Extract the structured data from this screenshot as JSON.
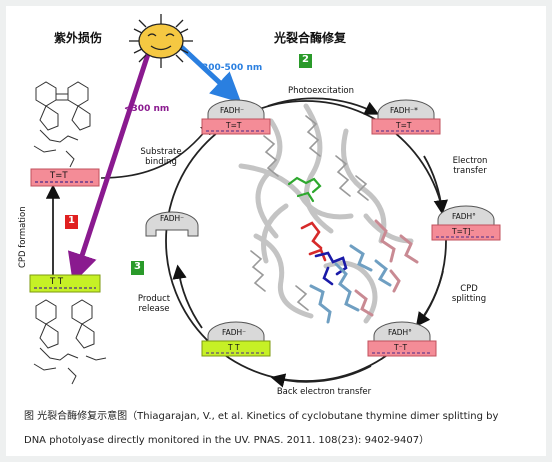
{
  "title_left": "紫外损伤",
  "title_right": "光裂合酶修复",
  "wavelength_short": "<300 nm",
  "wavelength_long": "300-500 nm",
  "badges": [
    "1",
    "2",
    "3"
  ],
  "dna_left_top": "T=T",
  "dna_left_bottom": "T T",
  "steps": {
    "substrate_binding": "Substrate binding",
    "photoexcitation": "Photoexcitation",
    "electron_transfer": "Electron transfer",
    "cpd_splitting": "CPD splitting",
    "back_electron_transfer": "Back electron transfer",
    "product_release": "Product release",
    "cpd_formation": "CPD formation"
  },
  "states": {
    "s1": {
      "cofactor": "FADH⁻",
      "dna": "T=T"
    },
    "s2": {
      "cofactor": "FADH⁻*",
      "dna": "T=T"
    },
    "s3": {
      "cofactor": "FADH°",
      "dna": "T=T]⁻"
    },
    "s4": {
      "cofactor": "FADH°",
      "dna": "T⁻T"
    },
    "s5": {
      "cofactor": "FADH⁻",
      "dna": "T T"
    },
    "s6": {
      "cofactor": "FADH⁻",
      "dna": ""
    }
  },
  "caption_line1": "图  光裂合酶修复示意图（Thiagarajan, V., et al. Kinetics of cyclobutane thymine dimer splitting by",
  "caption_line2": "DNA photolyase directly monitored in the UV. PNAS. 2011. 108(23): 9402-9407）",
  "colors": {
    "pink": "#f48c97",
    "green": "#c6f026",
    "purple": "#8a1a8f",
    "blue": "#2a7fe0",
    "badge_red": "#e02020",
    "badge_green": "#2a9a2a"
  }
}
